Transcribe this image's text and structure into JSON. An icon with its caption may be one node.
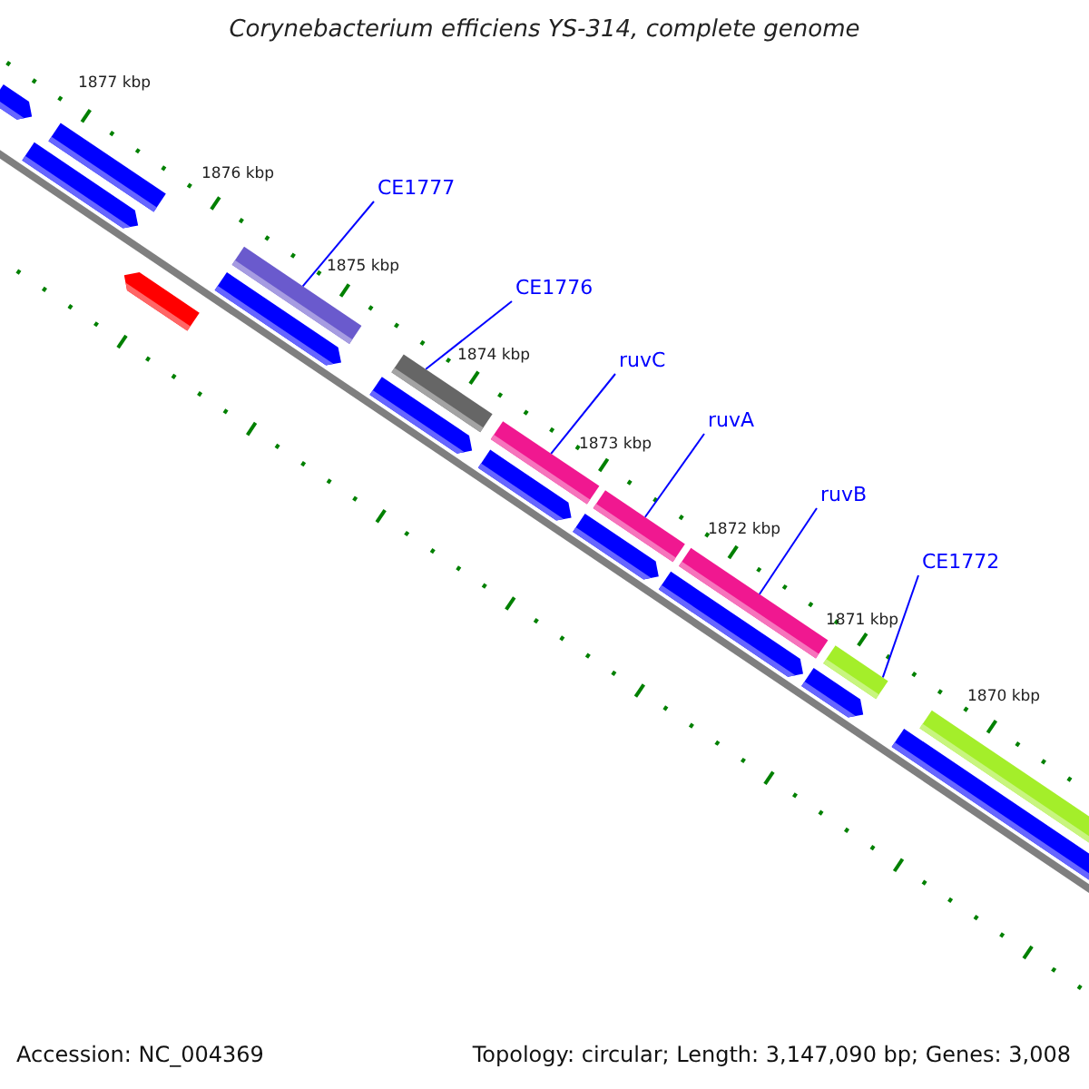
{
  "diagram": {
    "title": "Corynebacterium efficiens YS-314, complete genome",
    "nodes": [
      {
        "text": [
          "CE1777"
        ]
      },
      {
        "text": [],
        "shape": "bar"
      },
      {
        "text": [
          "CE1776"
        ]
      },
      {
        "text": [],
        "shape": "bar"
      },
      {
        "text": [
          "ruvC"
        ]
      },
      {
        "text": [],
        "shape": "bar"
      },
      {
        "text": [
          "ruvA"
        ]
      },
      {
        "text": [],
        "shape": "bar"
      },
      {
        "text": [
          "ruvB"
        ]
      },
      {
        "text": [],
        "shape": "bar"
      },
      {
        "text": [
          "CE1772"
        ]
      },
      {
        "text": [],
        "shape": "bar"
      }
    ],
    "edges": [
      {
        "from": 0,
        "to": 1,
        "arrow": "none"
      },
      {
        "from": 2,
        "to": 3,
        "arrow": "none"
      },
      {
        "from": 4,
        "to": 5,
        "arrow": "none"
      },
      {
        "from": 6,
        "to": 7,
        "arrow": "none"
      },
      {
        "from": 8,
        "to": 9,
        "arrow": "none"
      },
      {
        "from": 10,
        "to": 11,
        "arrow": "none"
      }
    ],
    "labels": [
      "1877 kbp",
      "1876 kbp",
      "1875 kbp",
      "1874 kbp",
      "1873 kbp",
      "1872 kbp",
      "1871 kbp",
      "1870 kbp",
      "Accession: NC_004369",
      "Topology: circular; Length: 3,147,090 bp; Genes: 3,008"
    ]
  }
}
